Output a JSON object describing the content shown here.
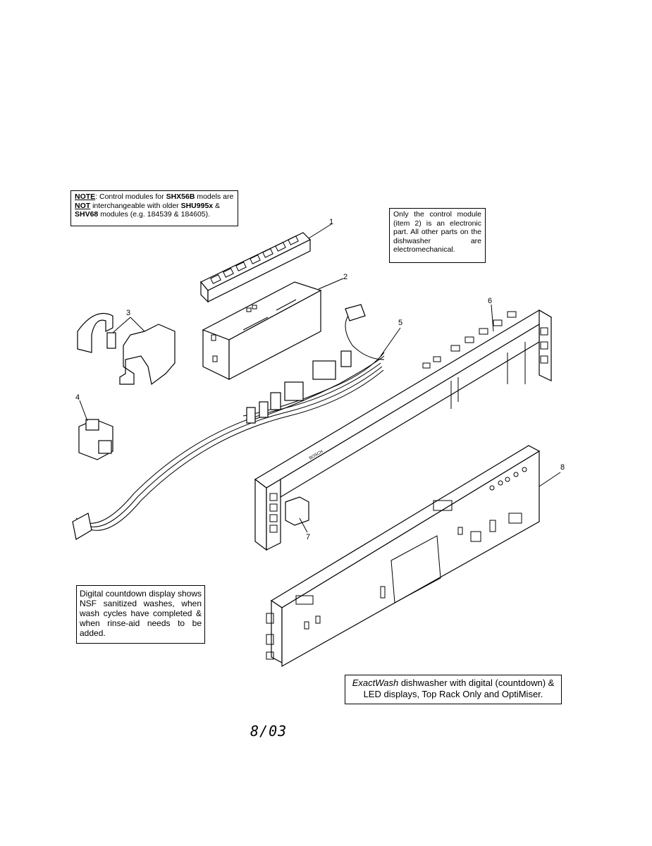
{
  "notes": {
    "left": {
      "note_label": "NOTE",
      "text1": ": Control modules for ",
      "model1": "SHX56B",
      "text2": " models are ",
      "not": "NOT",
      "text3": " interchangeable with older ",
      "model2": "SHU995x",
      "text4": " & ",
      "model3": "SHV68",
      "text5": " modules (e.g. 184539 & 184605)."
    },
    "right": "Only the control module (item 2) is an electronic part. All other parts on the dishwasher are electromechanical.",
    "bottom": "Digital countdown display shows NSF sanitized washes, when wash cycles have completed & when rinse-aid needs to be added.",
    "caption": {
      "brand": "ExactWash",
      "text": " dishwasher with digital (countdown) & LED displays, Top Rack Only and OptiMiser."
    }
  },
  "callouts": [
    "1",
    "2",
    "3",
    "4",
    "5",
    "6",
    "7",
    "8"
  ],
  "panel_brand": "BOSCH",
  "date": "8/03"
}
